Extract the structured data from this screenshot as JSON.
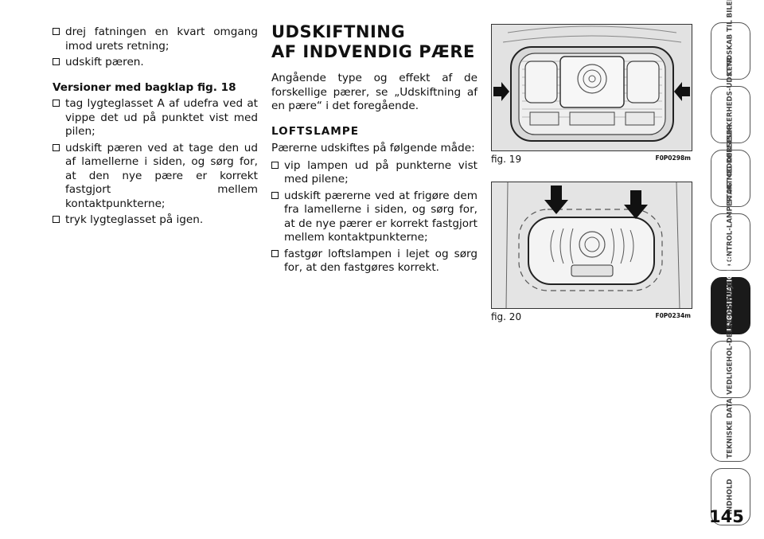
{
  "left_col": {
    "bullets_top": [
      "drej fatningen en kvart omgang imod urets retning;",
      "udskift pæren."
    ],
    "subhead": "Versioner med bagklap fig. 18",
    "bullets_bottom": [
      "tag lygteglasset A af udefra ved at vippe det ud på punktet vist med pilen;",
      "udskift pæren ved at tage den ud af lamellerne i siden, og sørg for, at den nye pære er korrekt fastgjort mellem kontaktpunkterne;",
      "tryk lygteglasset på igen."
    ]
  },
  "mid_col": {
    "title_line1": "UDSKIFTNING",
    "title_line2": "AF INDVENDIG PÆRE",
    "intro": "Angående type og effekt af de forskellige pærer, se „Udskiftning af en pære“ i det foregående.",
    "section": "LOFTSLAMPE",
    "section_intro": "Pærerne udskiftes på følgende måde:",
    "bullets": [
      "vip lampen ud på punkterne vist med pilene;",
      "udskift pærerne ved at frigøre dem fra lamellerne i siden, og sørg for, at de nye pærer er korrekt fastgjort mellem kontaktpunkterne;",
      "fastgør loftslampen i lejet og sørg for, at den fastgøres korrekt."
    ]
  },
  "figures": {
    "fig19": {
      "label": "fig. 19",
      "code": "F0P0298m"
    },
    "fig20": {
      "label": "fig. 20",
      "code": "F0P0234m"
    }
  },
  "tabs": [
    {
      "label": "KENDSKAB TIL BILEN",
      "active": false
    },
    {
      "label": "SIKKERHEDS-UDSTYR",
      "active": false
    },
    {
      "label": "START OG KØRSEL",
      "active": false
    },
    {
      "label": "KONTROL-LAMPER OG MEDDELELSER",
      "active": false
    },
    {
      "label": "I NØDSITUATIO-NER",
      "active": true
    },
    {
      "label": "VEDLIGEHOL-DELSE OG PLEJE",
      "active": false
    },
    {
      "label": "TEKNISKE DATA",
      "active": false
    },
    {
      "label": "INDHOLD",
      "active": false
    }
  ],
  "page_number": "145",
  "colors": {
    "active_tab": "#1a1a1a",
    "tab_border": "#555555"
  }
}
